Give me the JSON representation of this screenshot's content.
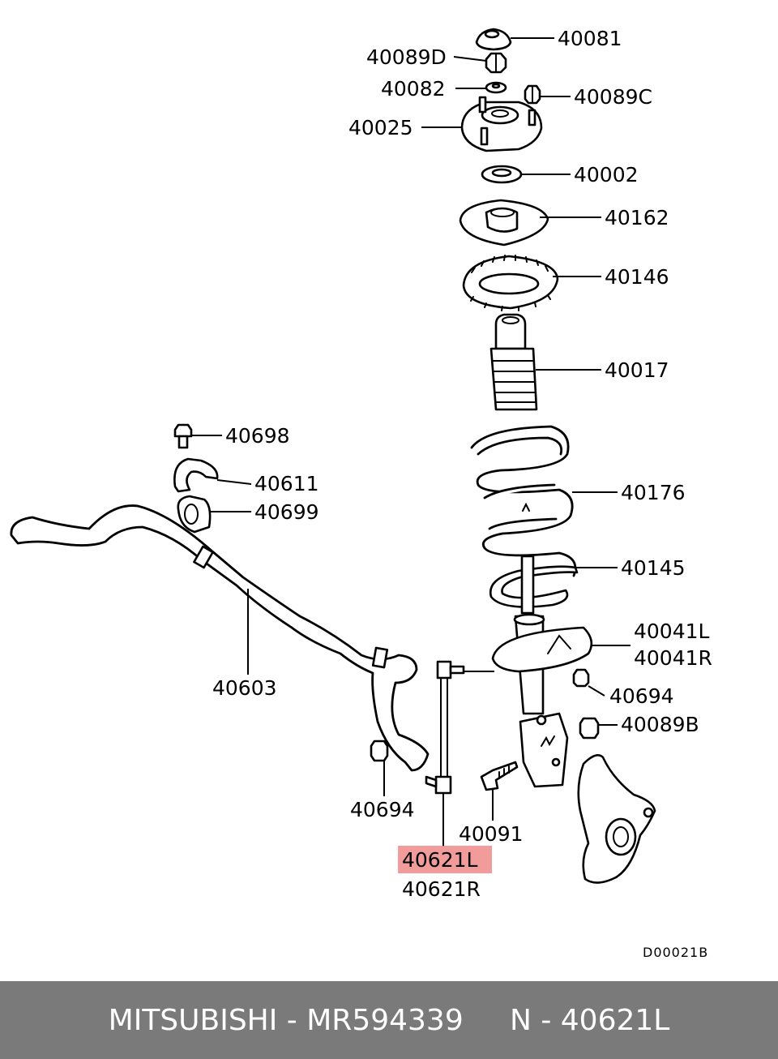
{
  "labels": {
    "p40081": "40081",
    "p40089D": "40089D",
    "p40082": "40082",
    "p40089C": "40089C",
    "p40025": "40025",
    "p40002": "40002",
    "p40162": "40162",
    "p40146": "40146",
    "p40017": "40017",
    "p40698": "40698",
    "p40611": "40611",
    "p40699": "40699",
    "p40176": "40176",
    "p40145": "40145",
    "p40041L": "40041L",
    "p40041R": "40041R",
    "p40603": "40603",
    "p40694a": "40694",
    "p40089B": "40089B",
    "p40694b": "40694",
    "p40091": "40091",
    "p40621L": "40621L",
    "p40621R": "40621R"
  },
  "diagram_code": "D00021B",
  "highlight_color": "#f08a8a",
  "footer": {
    "text": "MITSUBISHI - MR594339     N - 40621L"
  }
}
